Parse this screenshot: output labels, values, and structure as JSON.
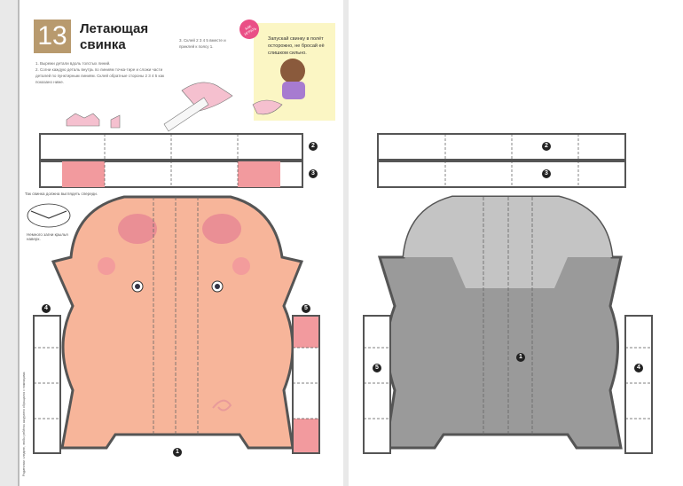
{
  "left_page": {
    "lesson_number": "13",
    "title_line1": "Летающая",
    "title_line2": "свинка",
    "steps": [
      "1. Вырежи детали вдоль толстых линий.",
      "2. Согни каждую деталь внутрь по линиям точка-тире и сложи части деталей по пунктирным линиям. Склей обратные стороны 2 3 4 5 как показано ниже.",
      "3. Склей 2 3 4 5 вместе и приклей к поясу 1."
    ],
    "how_to_play_badge": "КАК ИГРАТЬ",
    "tip_text": "Запускай свинку в полёт осторожно, не бросай её слишком сильно.",
    "front_note": "Так свинка должна выглядеть спереди.",
    "bend_note": "Немного загни крылья наверх.",
    "side_note": "Родителям: следите, чтобы ребёнок аккуратно обращался с ножницами.",
    "strip_labels": [
      "2",
      "3"
    ],
    "side_labels": [
      "4",
      "5"
    ],
    "body_label": "1"
  },
  "right_page": {
    "strip_labels": [
      "2",
      "3"
    ],
    "side_labels": [
      "5",
      "4"
    ],
    "body_label": "1"
  },
  "colors": {
    "pig": "#f7b59a",
    "pig_snout": "#ea8f95",
    "pink_tab": "#f29a9e",
    "gray": "#9a9a9a",
    "gray_light": "#c4c4c4",
    "outline": "#555555",
    "badge": "#b89a6e",
    "tip_bg": "#fbf6c4"
  }
}
